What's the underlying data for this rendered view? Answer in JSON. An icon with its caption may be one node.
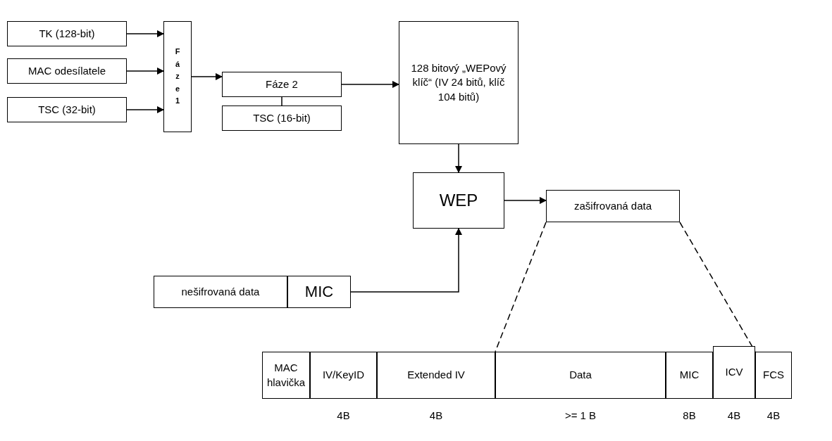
{
  "diagram": {
    "nodes": [
      {
        "text": [
          "TK (128-bit)"
        ]
      },
      {
        "text": [
          "MAC odesílatele"
        ]
      },
      {
        "text": [
          "TSC (32-bit)"
        ]
      },
      {
        "text": [
          "Fáze 1"
        ]
      },
      {
        "text": [
          "Fáze 2"
        ]
      },
      {
        "text": [
          "TSC (16-bit)"
        ]
      },
      {
        "text": [
          "128 bitový „WEPový klíč“ (IV 24 bitů, klíč 104 bitů)"
        ]
      },
      {
        "text": [
          "WEP"
        ]
      },
      {
        "text": [
          "zašifrovaná data"
        ]
      },
      {
        "text": [
          "nešifrovaná data"
        ]
      },
      {
        "text": [
          "MIC"
        ]
      },
      {
        "text": [
          "MAC hlavička"
        ]
      },
      {
        "text": [
          "IV/KeyID"
        ],
        "beside": [
          "4B"
        ]
      },
      {
        "text": [
          "Extended IV"
        ],
        "beside": [
          "4B"
        ]
      },
      {
        "text": [
          "Data"
        ],
        "beside": [
          ">= 1 B"
        ]
      },
      {
        "text": [
          "MIC"
        ],
        "beside": [
          "8B"
        ]
      },
      {
        "text": [
          "ICV"
        ],
        "beside": [
          "4B"
        ]
      },
      {
        "text": [
          "FCS"
        ],
        "beside": [
          "4B"
        ]
      }
    ],
    "edges": [
      {
        "from": 0,
        "to": 3,
        "arrow": "to"
      },
      {
        "from": 1,
        "to": 3,
        "arrow": "to"
      },
      {
        "from": 2,
        "to": 3,
        "arrow": "to"
      },
      {
        "from": 3,
        "to": 4,
        "arrow": "to"
      },
      {
        "from": 4,
        "to": 5,
        "arrow": "none"
      },
      {
        "from": 4,
        "to": 6,
        "arrow": "to"
      },
      {
        "from": 6,
        "to": 7,
        "arrow": "to"
      },
      {
        "from": 7,
        "to": 8,
        "arrow": "to"
      },
      {
        "from": 10,
        "to": 7,
        "arrow": "to"
      },
      {
        "from": 8,
        "to": 14,
        "arrow": "none",
        "style": "dashed"
      },
      {
        "from": 8,
        "to": 16,
        "arrow": "none",
        "style": "dashed"
      }
    ]
  }
}
